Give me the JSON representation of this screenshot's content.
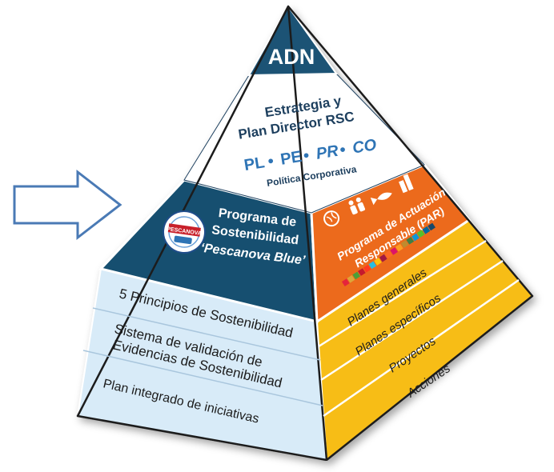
{
  "apex": {
    "label": "ADN"
  },
  "strategy": {
    "line1": "Estrategia y",
    "line2": "Plan Director RSC",
    "codes": [
      "PL",
      "PE",
      "PR",
      "CO"
    ],
    "code_separator": "•",
    "policy": "Política Corporativa"
  },
  "sustainability_program": {
    "line1": "Programa de",
    "line2": "Sostenibilidad",
    "line3": "‘Pescanova Blue’",
    "seal_label": "PESCANOVA BLUE",
    "seal_small": "PESCANOVA"
  },
  "par_program": {
    "line1": "Programa de Actuación",
    "line2": "Responsable (PAR)",
    "icons": [
      "globe-icon",
      "people-icon",
      "fish-icon",
      "building-icon"
    ]
  },
  "left_rows": [
    {
      "lines": [
        "5 Principios de Sostenibilidad"
      ]
    },
    {
      "lines": [
        "Sistema de validación de",
        "Evidencias de Sostenibilidad"
      ]
    },
    {
      "lines": [
        "Plan integrado de iniciativas"
      ]
    }
  ],
  "right_rows": [
    {
      "label": "Planes generales"
    },
    {
      "label": "Planes específicos"
    },
    {
      "label": "Proyectos"
    },
    {
      "label": "Acciones"
    }
  ],
  "colors": {
    "apex": "#1d5274",
    "strategy_bg": "#ffffff",
    "strategy_text": "#1d3f5e",
    "codes_text": "#2e74b5",
    "navy_panel": "#17506f",
    "orange_panel": "#ec6a1f",
    "light_blue": "#d8ebf8",
    "yellow": "#f7bd14",
    "arrow_stroke": "#4a7ab5"
  }
}
